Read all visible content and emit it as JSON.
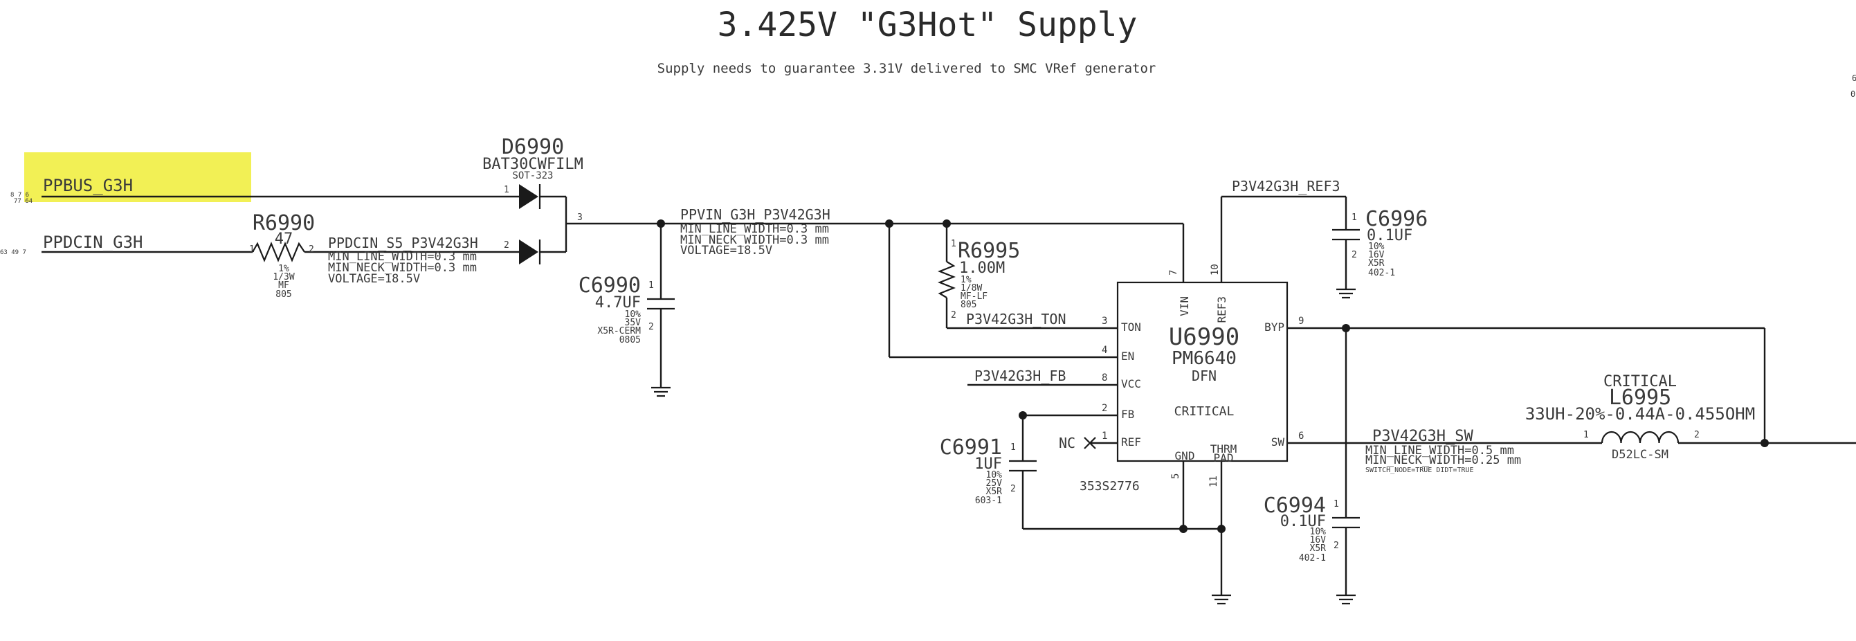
{
  "title": "3.425V \"G3Hot\" Supply",
  "subtitle": "Supply needs to guarantee 3.31V delivered to SMC VRef generator",
  "offpage": {
    "pa_refs": "8 7 6",
    "pa_refs2": "77 64",
    "pb_refs": "63 49 7",
    "right_mark_top": "6",
    "right_mark_bot": "0"
  },
  "nets": {
    "ppbus": "PPBUS_G3H",
    "ppdcin": "PPDCIN_G3H",
    "ppdcin_s5": "PPDCIN_S5_P3V42G3H",
    "ppvin": "PPVIN_G3H_P3V42G3H",
    "ref3": "P3V42G3H_REF3",
    "ton": "P3V42G3H_TON",
    "fb": "P3V42G3H_FB",
    "sw": "P3V42G3H_SW",
    "nc": "NC"
  },
  "constraints": {
    "s5": [
      "MIN_LINE_WIDTH=0.3 mm",
      "MIN_NECK_WIDTH=0.3 mm",
      "VOLTAGE=18.5V"
    ],
    "vin": [
      "MIN_LINE_WIDTH=0.3 mm",
      "MIN_NECK_WIDTH=0.3 mm",
      "VOLTAGE=18.5V"
    ],
    "sw": [
      "MIN_LINE_WIDTH=0.5 mm",
      "MIN_NECK_WIDTH=0.25 mm",
      "SWITCH_NODE=TRUE  DIDT=TRUE"
    ]
  },
  "diode": {
    "ref": "D6990",
    "part": "BAT30CWFILM",
    "pkg": "SOT-323",
    "pin1": "1",
    "pin2": "2",
    "pin3": "3"
  },
  "r6990": {
    "ref": "R6990",
    "value": "47",
    "specs": [
      "1%",
      "1/3W",
      "MF",
      "805"
    ],
    "pin1": "1",
    "pin2": "2"
  },
  "c6990": {
    "ref": "C6990",
    "value": "4.7UF",
    "specs": [
      "10%",
      "35V",
      "X5R-CERM",
      "0805"
    ],
    "pin1": "1",
    "pin2": "2"
  },
  "r6995": {
    "ref": "R6995",
    "value": "1.00M",
    "specs": [
      "1%",
      "1/8W",
      "MF-LF",
      "805"
    ],
    "pin1": "1",
    "pin2": "2"
  },
  "c6996": {
    "ref": "C6996",
    "value": "0.1UF",
    "specs": [
      "10%",
      "16V",
      "X5R",
      "402-1"
    ],
    "pin1": "1",
    "pin2": "2"
  },
  "c6991": {
    "ref": "C6991",
    "value": "1UF",
    "specs": [
      "10%",
      "25V",
      "X5R",
      "603-1"
    ],
    "pin1": "1",
    "pin2": "2"
  },
  "c6994": {
    "ref": "C6994",
    "value": "0.1UF",
    "specs": [
      "10%",
      "16V",
      "X5R",
      "402-1"
    ],
    "pin1": "1",
    "pin2": "2"
  },
  "ic": {
    "ref": "U6990",
    "part": "PM6640",
    "pkg": "DFN",
    "note": "CRITICAL",
    "pn": "353S2776",
    "pins": {
      "vin": "VIN",
      "ref3": "REF3",
      "ton": "TON",
      "en": "EN",
      "vcc": "VCC",
      "fb": "FB",
      "ref": "REF",
      "byp": "BYP",
      "sw": "SW",
      "gnd": "GND",
      "thrm": "THRM",
      "pad": "PAD"
    },
    "pin_nums": {
      "vin": "7",
      "ref3": "10",
      "ton": "3",
      "en": "4",
      "vcc": "8",
      "fb": "2",
      "ref": "1",
      "byp": "9",
      "sw": "6",
      "gnd": "5",
      "thrm": "11"
    }
  },
  "l6995": {
    "critical": "CRITICAL",
    "ref": "L6995",
    "value": "33UH-20%-0.44A-0.455OHM",
    "pkg": "D52LC-SM",
    "pin1": "1",
    "pin2": "2"
  },
  "colors": {
    "highlight": "#f2f055",
    "ink": "#1a1a1a",
    "text": "#3a3a3a"
  }
}
